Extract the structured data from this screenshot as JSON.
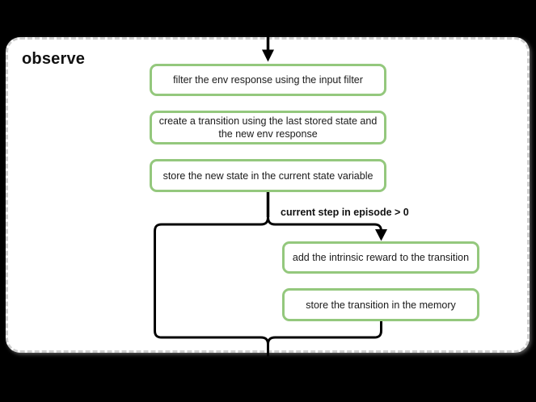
{
  "diagram": {
    "title": "observe",
    "condition_label": "current step in episode > 0",
    "nodes": [
      {
        "label": "filter the env response using the input filter"
      },
      {
        "label": "create a transition using the last stored state and the new env response"
      },
      {
        "label": "store the new state in the current state variable"
      },
      {
        "label": "add the intrinsic reward to the transition"
      },
      {
        "label": "store the transition in the memory"
      }
    ],
    "colors": {
      "background": "#000000",
      "container_fill": "#ffffff",
      "container_border": "#cfcfcf",
      "node_border": "#94c87d",
      "node_fill": "#ffffff",
      "connector": "#000000",
      "text": "#111111"
    }
  }
}
